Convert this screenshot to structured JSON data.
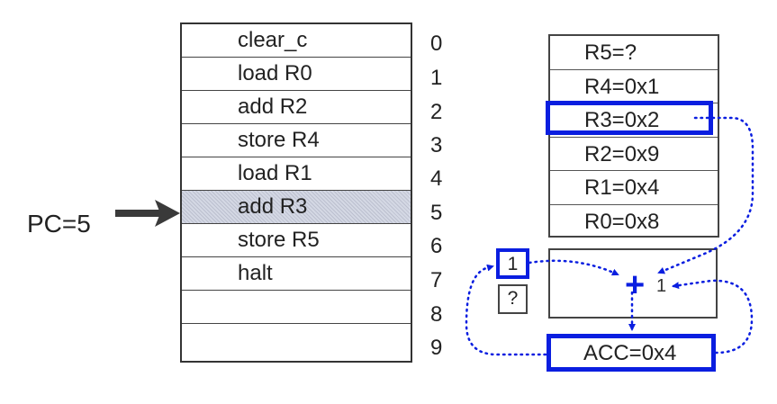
{
  "memory": {
    "instructions": [
      "clear_c",
      "load R0",
      "add R2",
      "store R4",
      "load R1",
      "add R3",
      "store R5",
      "halt",
      "",
      ""
    ],
    "addresses": [
      "0",
      "1",
      "2",
      "3",
      "4",
      "5",
      "6",
      "7",
      "8",
      "9"
    ],
    "highlighted_index": 5
  },
  "pc": {
    "label": "PC=5"
  },
  "registers": {
    "items": [
      "R5=?",
      "R4=0x1",
      "R3=0x2",
      "R2=0x9",
      "R1=0x4",
      "R0=0x8"
    ],
    "highlighted": "R3=0x2"
  },
  "alu": {
    "operator": "+",
    "left_input": "",
    "right_input": "1"
  },
  "flags": {
    "top": "1",
    "bottom": "?"
  },
  "acc": {
    "label": "ACC=0x4"
  },
  "colors": {
    "highlight": "#0a1ee0",
    "pc_row": "#d4d8e4"
  },
  "icons": {
    "pc_pointer": "arrow-right-icon"
  }
}
